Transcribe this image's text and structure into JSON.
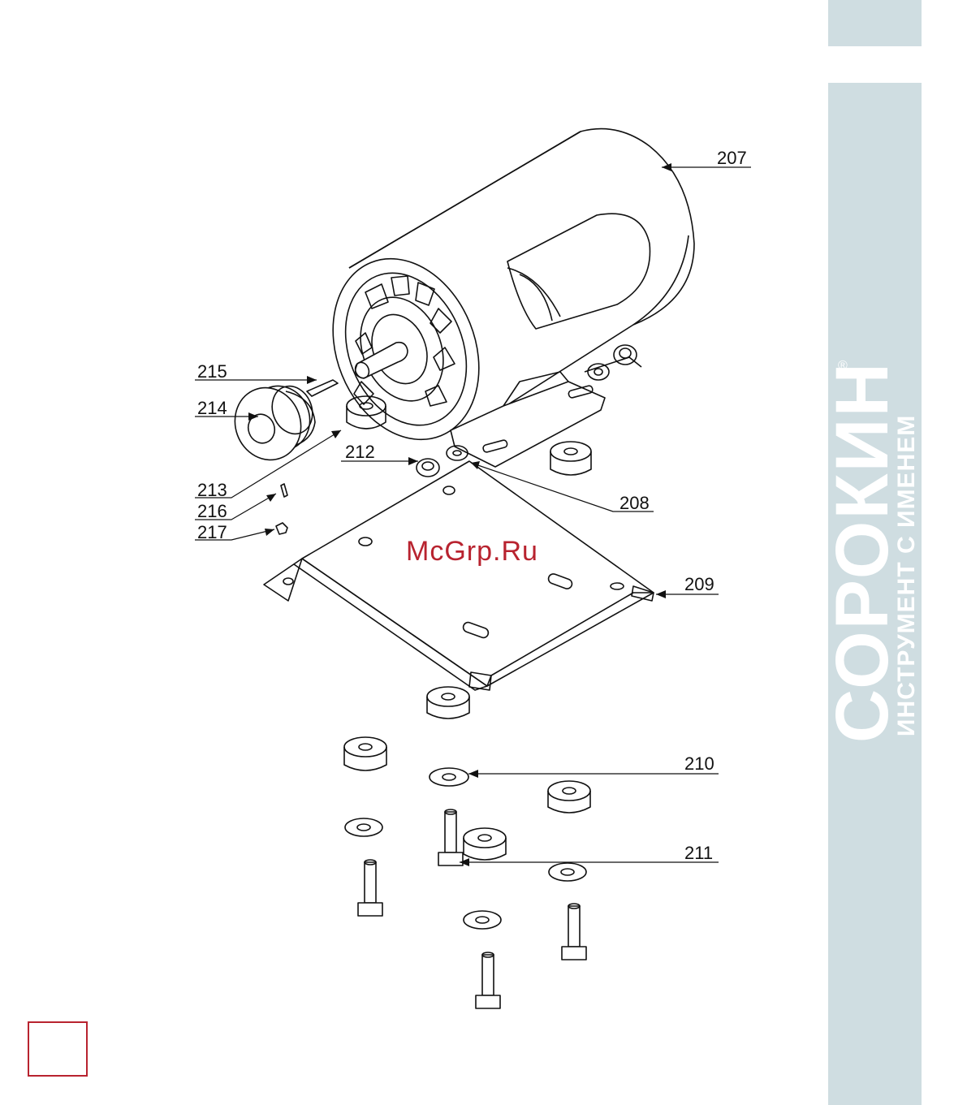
{
  "colors": {
    "side": "#cfdde1",
    "accent": "#b8232f",
    "line": "#111111"
  },
  "brand": {
    "name": "СОРОКИН",
    "tagline": "ИНСТРУМЕНТ С ИМЕНЕМ",
    "registered": "®"
  },
  "watermark": "McGrp.Ru",
  "callouts": {
    "p207": "207",
    "p208": "208",
    "p209": "209",
    "p210": "210",
    "p211": "211",
    "p212": "212",
    "p213": "213",
    "p214": "214",
    "p215": "215",
    "p216": "216",
    "p217": "217"
  },
  "page_number": ""
}
